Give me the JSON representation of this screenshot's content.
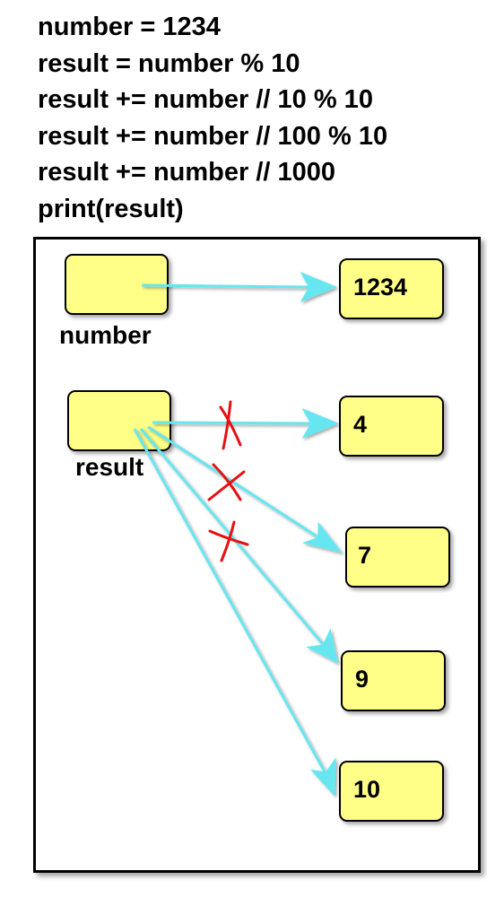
{
  "code_lines": [
    "number = 1234",
    "result = number % 10",
    "result += number // 10 % 10",
    "result += number // 100 % 10",
    "result += number // 1000",
    "print(result)"
  ],
  "variables": {
    "number": "number",
    "result": "result"
  },
  "values": {
    "number_value": "1234",
    "result_values": [
      "4",
      "7",
      "9",
      "10"
    ]
  },
  "colors": {
    "box_fill": "#ffff88",
    "arrow": "#66e6f0",
    "strike": "#e81010"
  }
}
